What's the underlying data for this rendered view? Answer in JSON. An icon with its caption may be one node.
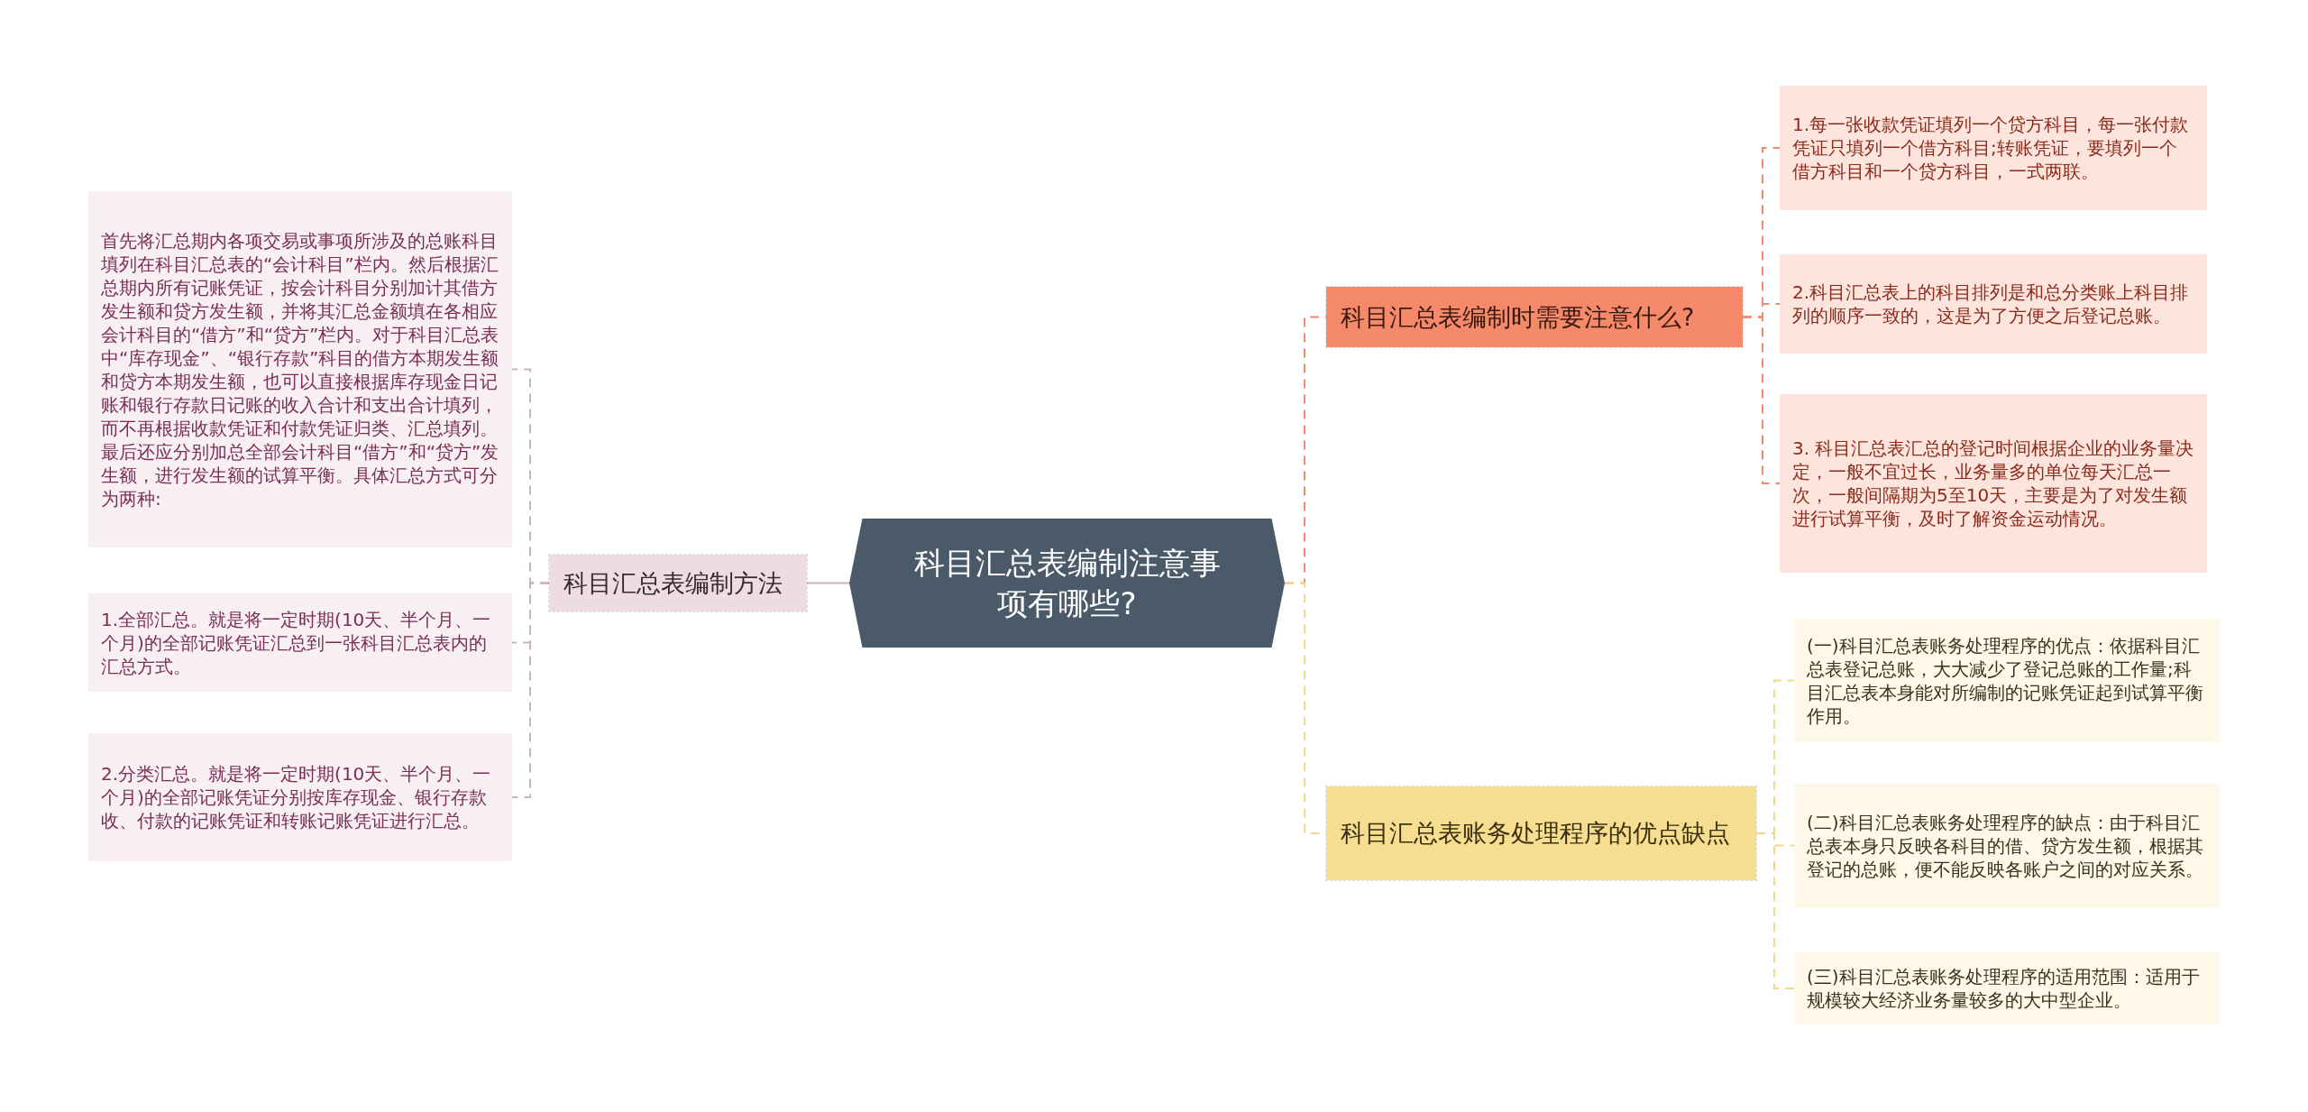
{
  "diagram": {
    "nodes": [
      {
        "text": [
          "科目汇总表编制注意事项有哪些?"
        ]
      },
      {
        "text": [
          "科目汇总表编制方法"
        ]
      },
      {
        "text": [
          "首先将汇总期内各项交易或事项所涉及的总账科目填列在科目汇总表的“会计科目”栏内。然后根据汇总期内所有记账凭证，按会计科目分别加计其借方发生额和贷方发生额，并将其汇总金额填在各相应会计科目的“借方”和“贷方”栏内。对于科目汇总表中“库存现金”、“银行存款”科目的借方本期发生额和贷方本期发生额，也可以直接根据库存现金日记账和银行存款日记账的收入合计和支出合计填列，而不再根据收款凭证和付款凭证归类、汇总填列。最后还应分别加总全部会计科目“借方”和“贷方”发生额，进行发生额的试算平衡。具体汇总方式可分为两种:"
        ]
      },
      {
        "text": [
          "1.全部汇总。就是将一定时期(10天、半个月、一个月)的全部记账凭证汇总到一张科目汇总表内的汇总方式。"
        ]
      },
      {
        "text": [
          "2.分类汇总。就是将一定时期(10天、半个月、一个月)的全部记账凭证分别按库存现金、银行存款收、付款的记账凭证和转账记账凭证进行汇总。"
        ]
      },
      {
        "text": [
          "科目汇总表编制时需要注意什么?"
        ]
      },
      {
        "text": [
          "1.每一张收款凭证填列一个贷方科目，每一张付款凭证只填列一个借方科目;转账凭证，要填列一个借方科目和一个贷方科目，一式两联。"
        ]
      },
      {
        "text": [
          "2.科目汇总表上的科目排列是和总分类账上科目排列的顺序一致的，这是为了方便之后登记总账。"
        ]
      },
      {
        "text": [
          "3. 科目汇总表汇总的登记时间根据企业的业务量决定，一般不宜过长，业务量多的单位每天汇总一次，一般间隔期为5至10天，主要是为了对发生额进行试算平衡，及时了解资金运动情况。"
        ]
      },
      {
        "text": [
          "科目汇总表账务处理程序的优点缺点"
        ]
      },
      {
        "text": [
          "(一)科目汇总表账务处理程序的优点：依据科目汇总表登记总账，大大减少了登记总账的工作量;科目汇总表本身能对所编制的记账凭证起到试算平衡作用。"
        ]
      },
      {
        "text": [
          "(二)科目汇总表账务处理程序的缺点：由于科目汇总表本身只反映各科目的借、贷方发生额，根据其登记的总账，便不能反映各账户之间的对应关系。"
        ]
      },
      {
        "text": [
          "(三)科目汇总表账务处理程序的适用范围：适用于规模较大经济业务量较多的大中型企业。"
        ]
      }
    ],
    "edges": [
      {
        "from": 0,
        "to": 1,
        "arrow": "none",
        "color": "#c9b3bd"
      },
      {
        "from": 1,
        "to": 2,
        "arrow": "none",
        "style": "dashed",
        "color": "#c9b3bd"
      },
      {
        "from": 1,
        "to": 3,
        "arrow": "none",
        "style": "dashed",
        "color": "#c9b3bd"
      },
      {
        "from": 1,
        "to": 4,
        "arrow": "none",
        "style": "dashed",
        "color": "#c9b3bd"
      },
      {
        "from": 0,
        "to": 5,
        "arrow": "none",
        "style": "dashed",
        "color": "#f08a6b"
      },
      {
        "from": 5,
        "to": 6,
        "arrow": "none",
        "style": "dashed",
        "color": "#f08a6b"
      },
      {
        "from": 5,
        "to": 7,
        "arrow": "none",
        "style": "dashed",
        "color": "#f08a6b"
      },
      {
        "from": 5,
        "to": 8,
        "arrow": "none",
        "style": "dashed",
        "color": "#f08a6b"
      },
      {
        "from": 0,
        "to": 9,
        "arrow": "none",
        "style": "dashed",
        "color": "#f2d98a"
      },
      {
        "from": 9,
        "to": 10,
        "arrow": "none",
        "style": "dashed",
        "color": "#f2d98a"
      },
      {
        "from": 9,
        "to": 11,
        "arrow": "none",
        "style": "dashed",
        "color": "#f2d98a"
      },
      {
        "from": 9,
        "to": 12,
        "arrow": "none",
        "style": "dashed",
        "color": "#f2d98a"
      }
    ]
  }
}
